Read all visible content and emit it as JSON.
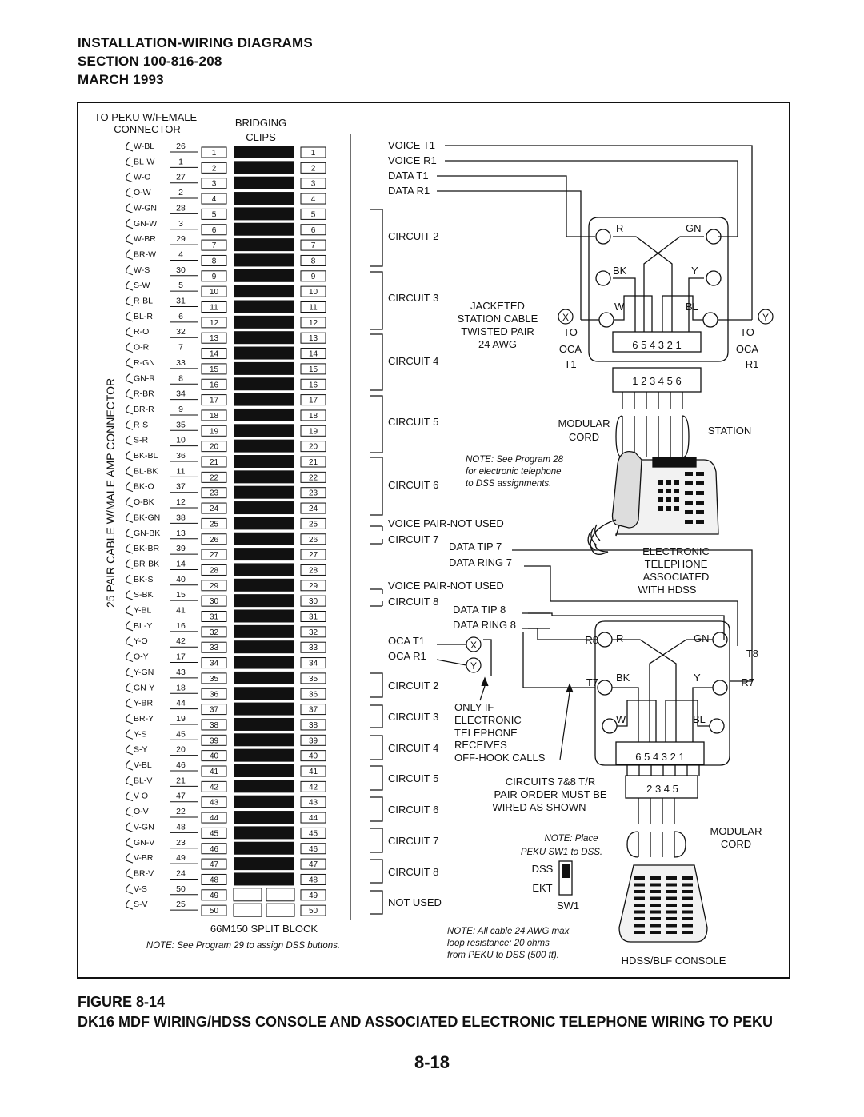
{
  "header": {
    "title": "INSTALLATION-WIRING DIAGRAMS",
    "section": "SECTION 100-816-208",
    "date": "MARCH 1993"
  },
  "left": {
    "peku_label_1": "TO PEKU W/FEMALE",
    "peku_label_2": "CONNECTOR",
    "bridging_1": "BRIDGING",
    "bridging_2": "CLIPS",
    "connector_label": "25 PAIR CABLE W/MALE AMP CONNECTOR",
    "wires": [
      {
        "c": "W-BL",
        "n": "26"
      },
      {
        "c": "BL-W",
        "n": "1"
      },
      {
        "c": "W-O",
        "n": "27"
      },
      {
        "c": "O-W",
        "n": "2"
      },
      {
        "c": "W-GN",
        "n": "28"
      },
      {
        "c": "GN-W",
        "n": "3"
      },
      {
        "c": "W-BR",
        "n": "29"
      },
      {
        "c": "BR-W",
        "n": "4"
      },
      {
        "c": "W-S",
        "n": "30"
      },
      {
        "c": "S-W",
        "n": "5"
      },
      {
        "c": "R-BL",
        "n": "31"
      },
      {
        "c": "BL-R",
        "n": "6"
      },
      {
        "c": "R-O",
        "n": "32"
      },
      {
        "c": "O-R",
        "n": "7"
      },
      {
        "c": "R-GN",
        "n": "33"
      },
      {
        "c": "GN-R",
        "n": "8"
      },
      {
        "c": "R-BR",
        "n": "34"
      },
      {
        "c": "BR-R",
        "n": "9"
      },
      {
        "c": "R-S",
        "n": "35"
      },
      {
        "c": "S-R",
        "n": "10"
      },
      {
        "c": "BK-BL",
        "n": "36"
      },
      {
        "c": "BL-BK",
        "n": "11"
      },
      {
        "c": "BK-O",
        "n": "37"
      },
      {
        "c": "O-BK",
        "n": "12"
      },
      {
        "c": "BK-GN",
        "n": "38"
      },
      {
        "c": "GN-BK",
        "n": "13"
      },
      {
        "c": "BK-BR",
        "n": "39"
      },
      {
        "c": "BR-BK",
        "n": "14"
      },
      {
        "c": "BK-S",
        "n": "40"
      },
      {
        "c": "S-BK",
        "n": "15"
      },
      {
        "c": "Y-BL",
        "n": "41"
      },
      {
        "c": "BL-Y",
        "n": "16"
      },
      {
        "c": "Y-O",
        "n": "42"
      },
      {
        "c": "O-Y",
        "n": "17"
      },
      {
        "c": "Y-GN",
        "n": "43"
      },
      {
        "c": "GN-Y",
        "n": "18"
      },
      {
        "c": "Y-BR",
        "n": "44"
      },
      {
        "c": "BR-Y",
        "n": "19"
      },
      {
        "c": "Y-S",
        "n": "45"
      },
      {
        "c": "S-Y",
        "n": "20"
      },
      {
        "c": "V-BL",
        "n": "46"
      },
      {
        "c": "BL-V",
        "n": "21"
      },
      {
        "c": "V-O",
        "n": "47"
      },
      {
        "c": "O-V",
        "n": "22"
      },
      {
        "c": "V-GN",
        "n": "48"
      },
      {
        "c": "GN-V",
        "n": "23"
      },
      {
        "c": "V-BR",
        "n": "49"
      },
      {
        "c": "BR-V",
        "n": "24"
      },
      {
        "c": "V-S",
        "n": "50"
      },
      {
        "c": "S-V",
        "n": "25"
      }
    ],
    "block_label": "66M150 SPLIT BLOCK",
    "note": "NOTE: See Program 29 to assign DSS buttons."
  },
  "labels": {
    "voice_t1": "VOICE T1",
    "voice_r1": "VOICE R1",
    "data_t1": "DATA T1",
    "data_r1": "DATA R1",
    "circuit2": "CIRCUIT 2",
    "circuit3": "CIRCUIT 3",
    "circuit4": "CIRCUIT 4",
    "circuit5": "CIRCUIT 5",
    "circuit6": "CIRCUIT 6",
    "voice_not_used_1": "VOICE PAIR-NOT USED",
    "circuit7": "CIRCUIT 7",
    "data_tip7": "DATA TIP 7",
    "data_ring7": "DATA RING 7",
    "voice_not_used_2": "VOICE PAIR-NOT USED",
    "circuit8": "CIRCUIT 8",
    "data_tip8": "DATA TIP 8",
    "data_ring8": "DATA RING 8",
    "oca_t1": "OCA T1",
    "oca_r1": "OCA R1",
    "b_circuit2": "CIRCUIT 2",
    "b_circuit3": "CIRCUIT 3",
    "b_circuit4": "CIRCUIT 4",
    "b_circuit5": "CIRCUIT 5",
    "b_circuit6": "CIRCUIT 6",
    "b_circuit7": "CIRCUIT 7",
    "b_circuit8": "CIRCUIT 8",
    "not_used": "NOT USED",
    "jacketed_1": "JACKETED",
    "jacketed_2": "STATION CABLE",
    "jacketed_3": "TWISTED PAIR",
    "jacketed_4": "24 AWG",
    "only_if_1": "ONLY IF",
    "only_if_2": "ELECTRONIC",
    "only_if_3": "TELEPHONE",
    "only_if_4": "RECEIVES",
    "only_if_5": "OFF-HOOK CALLS",
    "circuits_note_1": "CIRCUITS 7&8 T/R",
    "circuits_note_2": "PAIR ORDER MUST BE",
    "circuits_note_3": "WIRED AS SHOWN",
    "place_note_1": "NOTE: Place",
    "place_note_2": "PEKU SW1 to DSS.",
    "dss": "DSS",
    "ekt": "EKT",
    "sw1": "SW1",
    "cable_note_1": "NOTE:  All cable 24 AWG max",
    "cable_note_2": "loop resistance:  20 ohms",
    "cable_note_3": "from PEKU to DSS (500 ft).",
    "x": "X",
    "y": "Y",
    "to": "TO",
    "oca": "OCA",
    "t1": "T1",
    "r1": "R1",
    "r": "R",
    "gn": "GN",
    "bk": "BK",
    "yl": "Y",
    "w": "W",
    "bl": "BL",
    "pins_top": "6  5  4  3  2  1",
    "pins_bottom": "1  2  3  4  5  6",
    "modular_1": "MODULAR",
    "modular_2": "CORD",
    "station": "STATION",
    "note28_1": "NOTE:  See Program 28",
    "note28_2": "for electronic telephone",
    "note28_3": "to DSS assignments.",
    "electronic_1": "ELECTRONIC",
    "electronic_2": "TELEPHONE",
    "electronic_3": "ASSOCIATED",
    "electronic_4": "WITH HDSS",
    "r8": "R8",
    "t8": "T8",
    "t7": "T7",
    "r7": "R7",
    "pins2_top": "6  5  4  3  2  1",
    "pins2_bottom": "2  3  4  5",
    "modular2_1": "MODULAR",
    "modular2_2": "CORD",
    "hdss": "HDSS/BLF CONSOLE"
  },
  "figure": {
    "number": "FIGURE 8-14",
    "caption": "DK16 MDF WIRING/HDSS CONSOLE AND ASSOCIATED ELECTRONIC TELEPHONE WIRING TO PEKU"
  },
  "page_number": "8-18"
}
